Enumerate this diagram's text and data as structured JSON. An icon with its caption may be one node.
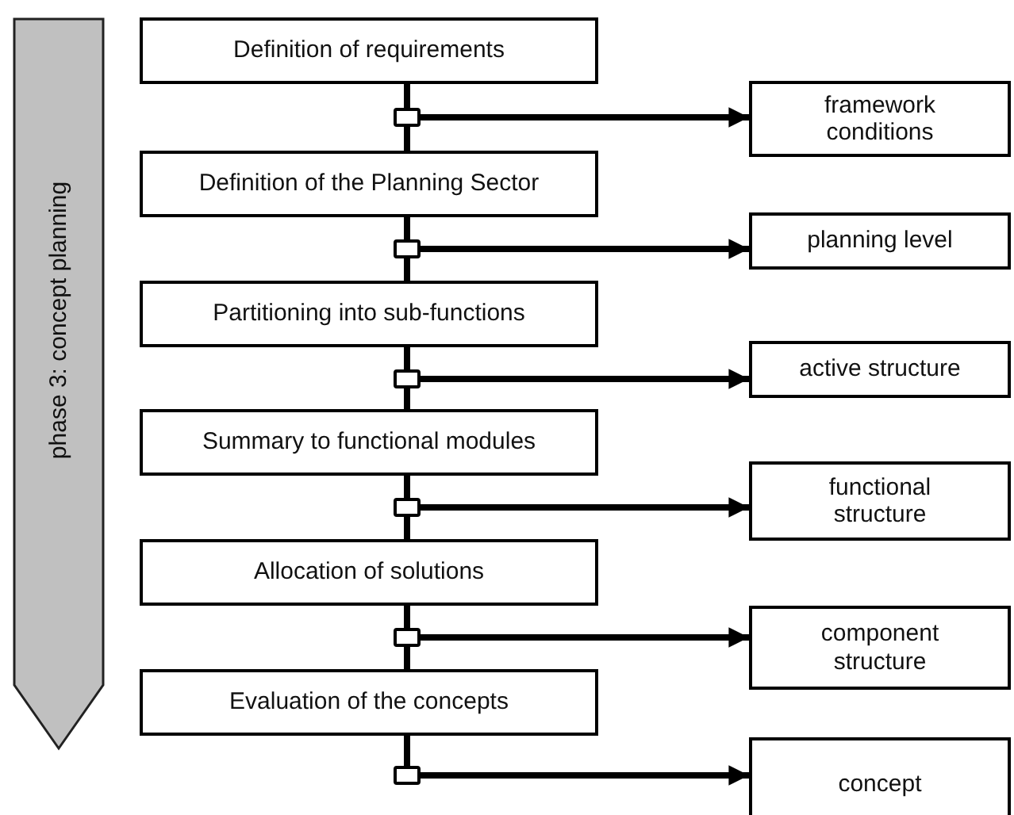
{
  "diagram": {
    "nodes": [
      {
        "text": [
          "phase 3: concept planning"
        ]
      },
      {
        "text": [
          "Definition of requirements"
        ]
      },
      {
        "text": [
          "Definition of the Planning Sector"
        ]
      },
      {
        "text": [
          "Partitioning into sub-functions"
        ]
      },
      {
        "text": [
          "Summary to functional modules"
        ]
      },
      {
        "text": [
          "Allocation of solutions"
        ]
      },
      {
        "text": [
          "Evaluation of the concepts"
        ]
      },
      {
        "text": [],
        "shape": "box"
      },
      {
        "text": [],
        "shape": "box"
      },
      {
        "text": [],
        "shape": "box"
      },
      {
        "text": [],
        "shape": "box"
      },
      {
        "text": [],
        "shape": "box"
      },
      {
        "text": [],
        "shape": "box"
      },
      {
        "text": [
          "framework conditions"
        ]
      },
      {
        "text": [
          "planning level"
        ]
      },
      {
        "text": [
          "active structure"
        ]
      },
      {
        "text": [
          "functional structure"
        ]
      },
      {
        "text": [
          "component structure"
        ]
      },
      {
        "text": [
          "concept"
        ]
      }
    ],
    "edges": [
      {
        "from": 1,
        "to": 7,
        "arrow": "none"
      },
      {
        "from": 7,
        "to": 13,
        "arrow": "to"
      },
      {
        "from": 7,
        "to": 2,
        "arrow": "none"
      },
      {
        "from": 2,
        "to": 8,
        "arrow": "none"
      },
      {
        "from": 8,
        "to": 14,
        "arrow": "to"
      },
      {
        "from": 8,
        "to": 3,
        "arrow": "none"
      },
      {
        "from": 3,
        "to": 9,
        "arrow": "none"
      },
      {
        "from": 9,
        "to": 15,
        "arrow": "to"
      },
      {
        "from": 9,
        "to": 4,
        "arrow": "none"
      },
      {
        "from": 4,
        "to": 10,
        "arrow": "none"
      },
      {
        "from": 10,
        "to": 16,
        "arrow": "to"
      },
      {
        "from": 10,
        "to": 5,
        "arrow": "none"
      },
      {
        "from": 5,
        "to": 11,
        "arrow": "none"
      },
      {
        "from": 11,
        "to": 17,
        "arrow": "to"
      },
      {
        "from": 11,
        "to": 6,
        "arrow": "none"
      },
      {
        "from": 6,
        "to": 12,
        "arrow": "none"
      },
      {
        "from": 12,
        "to": 18,
        "arrow": "to"
      }
    ]
  }
}
